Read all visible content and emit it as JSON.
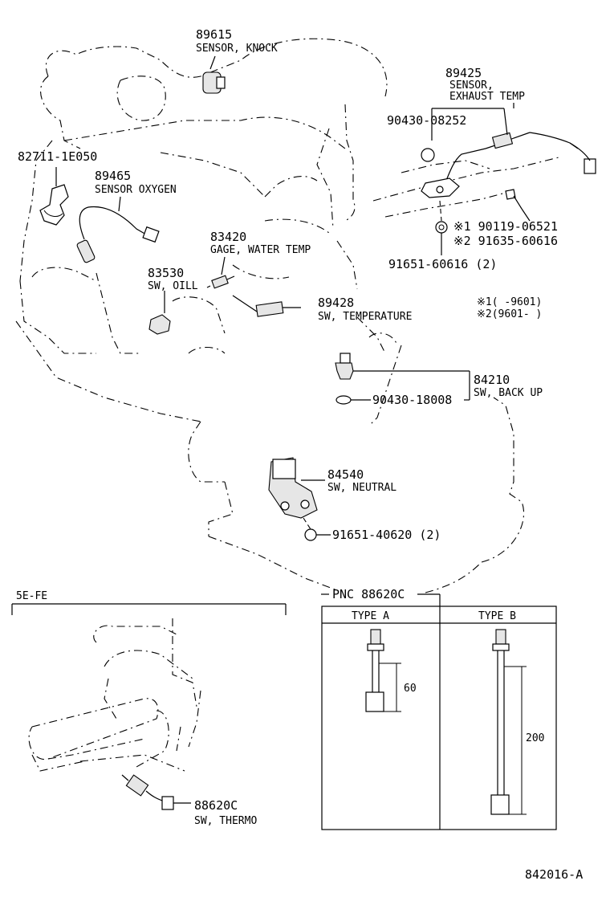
{
  "labels": {
    "knock_sensor": {
      "number": "89615",
      "name": "SENSOR, KNOCK"
    },
    "exhaust_temp_sensor": {
      "number": "89425",
      "name_line1": "SENSOR,",
      "name_line2": "EXHAUST TEMP"
    },
    "gasket_upper": {
      "number": "90430-08252"
    },
    "bracket": {
      "number": "82711-1E050"
    },
    "oxygen_sensor": {
      "number": "89465",
      "name": "SENSOR OXYGEN"
    },
    "water_temp_gage": {
      "number": "83420",
      "name": "GAGE, WATER TEMP"
    },
    "oil_switch": {
      "number": "83530",
      "name": "SW, OILL"
    },
    "temperature_switch": {
      "number": "89428",
      "name": "SW, TEMPERATURE"
    },
    "bolt_1": {
      "number": "※1 90119-06521"
    },
    "bolt_2": {
      "number": "※2 91635-60616"
    },
    "bolt_lower": {
      "number": "91651-60616 (2)"
    },
    "applicability_1": {
      "text": "※1(      -9601)"
    },
    "applicability_2": {
      "text": "※2(9601-      )"
    },
    "backup_switch": {
      "number": "84210",
      "name": "SW, BACK UP"
    },
    "gasket_lower": {
      "number": "90430-18008"
    },
    "neutral_switch": {
      "number": "84540",
      "name": "SW, NEUTRAL"
    },
    "bolt_neutral": {
      "number": "91651-40620 (2)"
    },
    "pnc_header": {
      "text": "PNC 88620C"
    },
    "engine_variant": {
      "text": "5E-FE"
    },
    "thermo_switch": {
      "number": "88620C",
      "name": "SW, THERMO"
    },
    "diagram_id": {
      "text": "842016-A"
    }
  },
  "type_table": {
    "type_a": {
      "heading": "TYPE A",
      "dimension": "60"
    },
    "type_b": {
      "heading": "TYPE B",
      "dimension": "200"
    }
  }
}
